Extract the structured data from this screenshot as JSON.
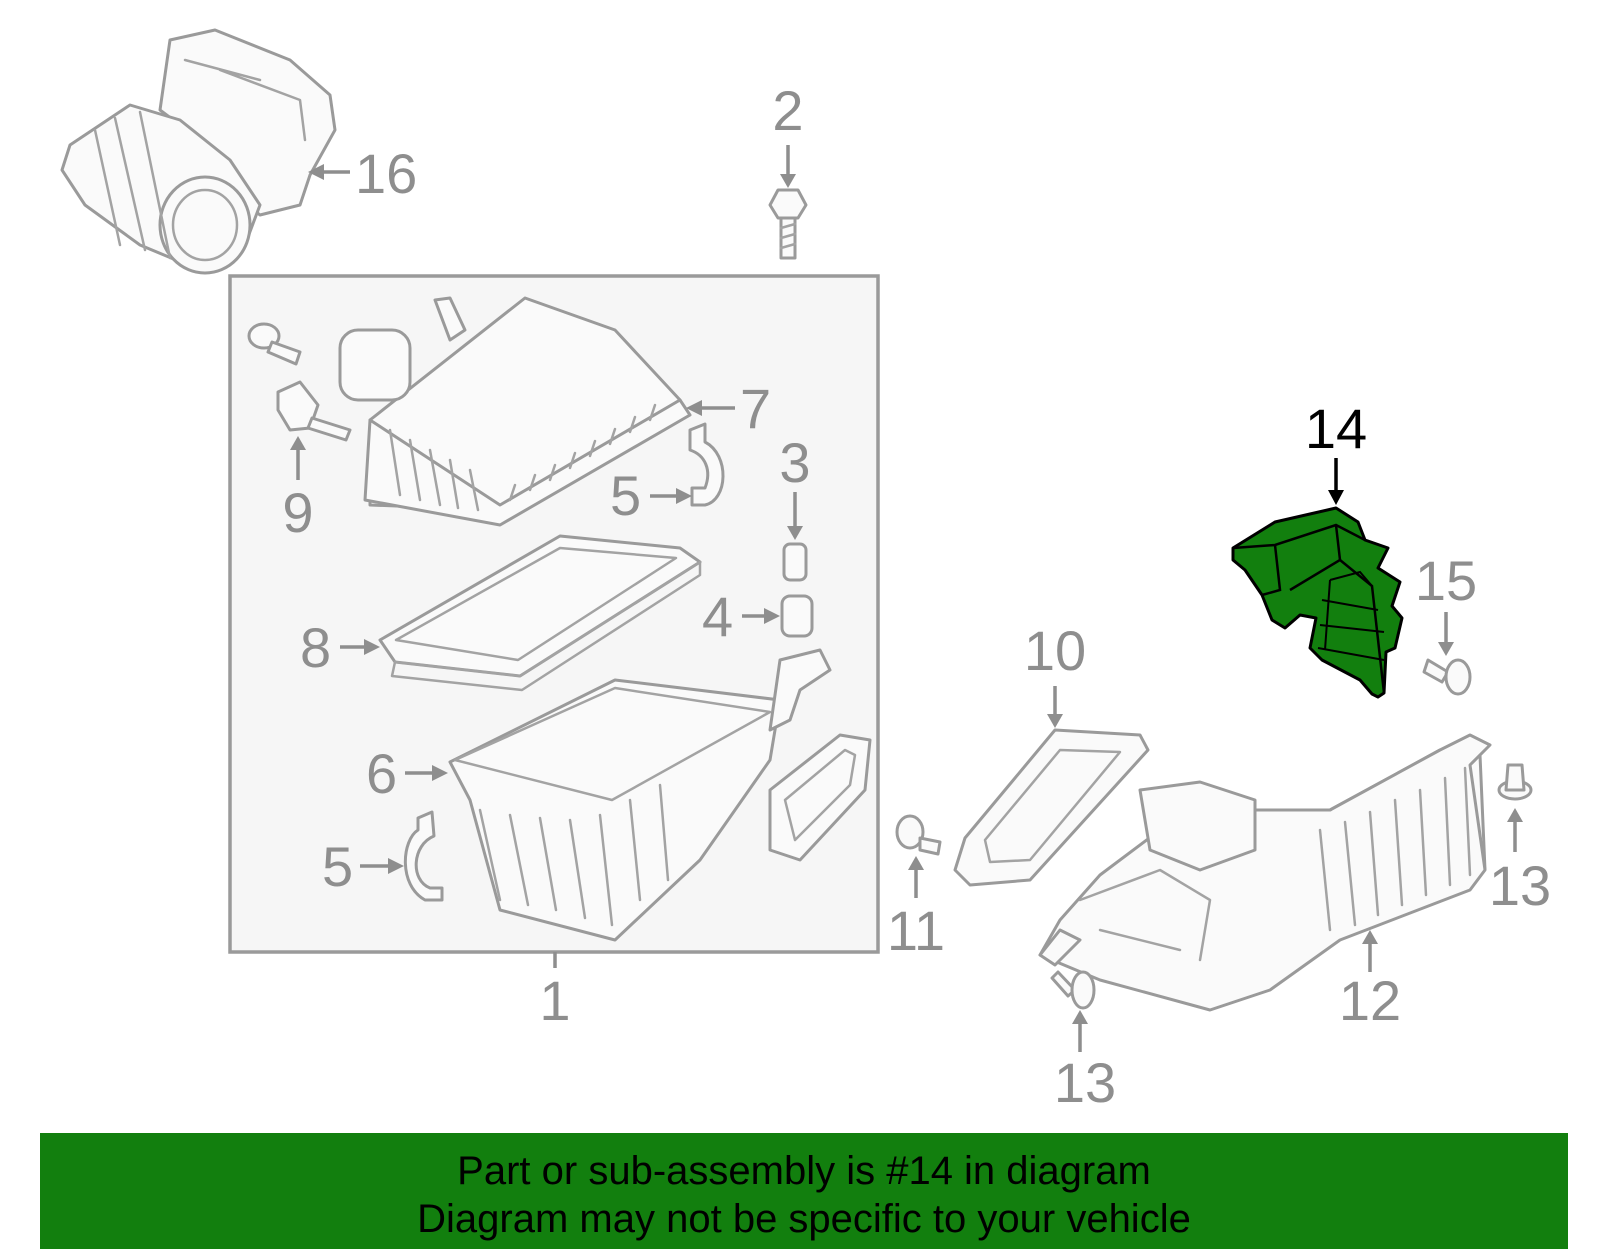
{
  "callouts": {
    "c1": "1",
    "c2": "2",
    "c3": "3",
    "c4": "4",
    "c5a": "5",
    "c5b": "5",
    "c6": "6",
    "c7": "7",
    "c8": "8",
    "c9": "9",
    "c10": "10",
    "c11": "11",
    "c12": "12",
    "c13a": "13",
    "c13b": "13",
    "c14": "14",
    "c15": "15",
    "c16": "16"
  },
  "highlighted_part": "14",
  "colors": {
    "highlight": "#127f0e",
    "footer_bg": "#127f0e",
    "line": "#9a9a9a",
    "label": "#8e8e8e"
  },
  "footer": {
    "line1": "Part or sub-assembly is #14 in diagram",
    "line2": "Diagram may not be specific to your vehicle"
  }
}
